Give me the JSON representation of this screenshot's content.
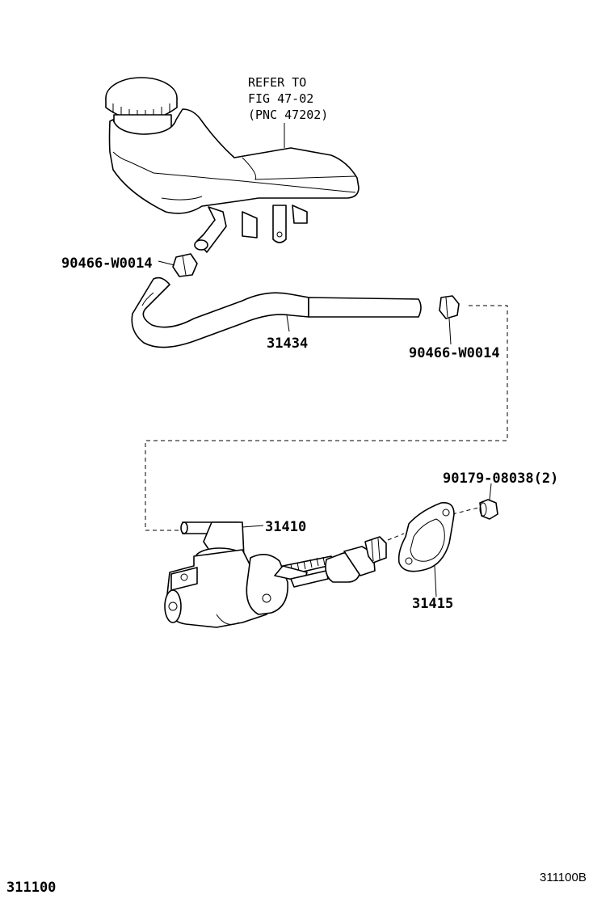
{
  "reference_note": {
    "line1": "REFER TO",
    "line2": "FIG 47-02",
    "line3": "(PNC 47202)"
  },
  "parts": {
    "clip_upper": "90466-W0014",
    "hose": "31434",
    "clip_right": "90466-W0014",
    "nut": "90179-08038(2)",
    "master_cylinder": "31410",
    "gasket": "31415"
  },
  "footer": {
    "left_code": "311100",
    "right_code": "311100B"
  }
}
